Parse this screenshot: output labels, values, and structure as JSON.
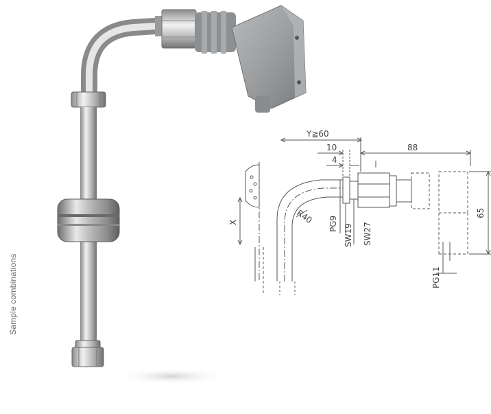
{
  "caption": "Sample combinations",
  "drawing": {
    "labels": {
      "y_dim": "Y≧60",
      "d10": "10",
      "d4": "4",
      "d88": "88",
      "d65": "65",
      "x": "X",
      "r40": "R40",
      "pg9": "PG9",
      "sw19": "SW19",
      "sw27": "SW27",
      "pg11": "PG11"
    }
  },
  "colors": {
    "steel_light": "#ececec",
    "steel_mid": "#b9b9b9",
    "steel_dark": "#7c7c7c",
    "housing": "#9a9c9e",
    "line": "#555555"
  }
}
